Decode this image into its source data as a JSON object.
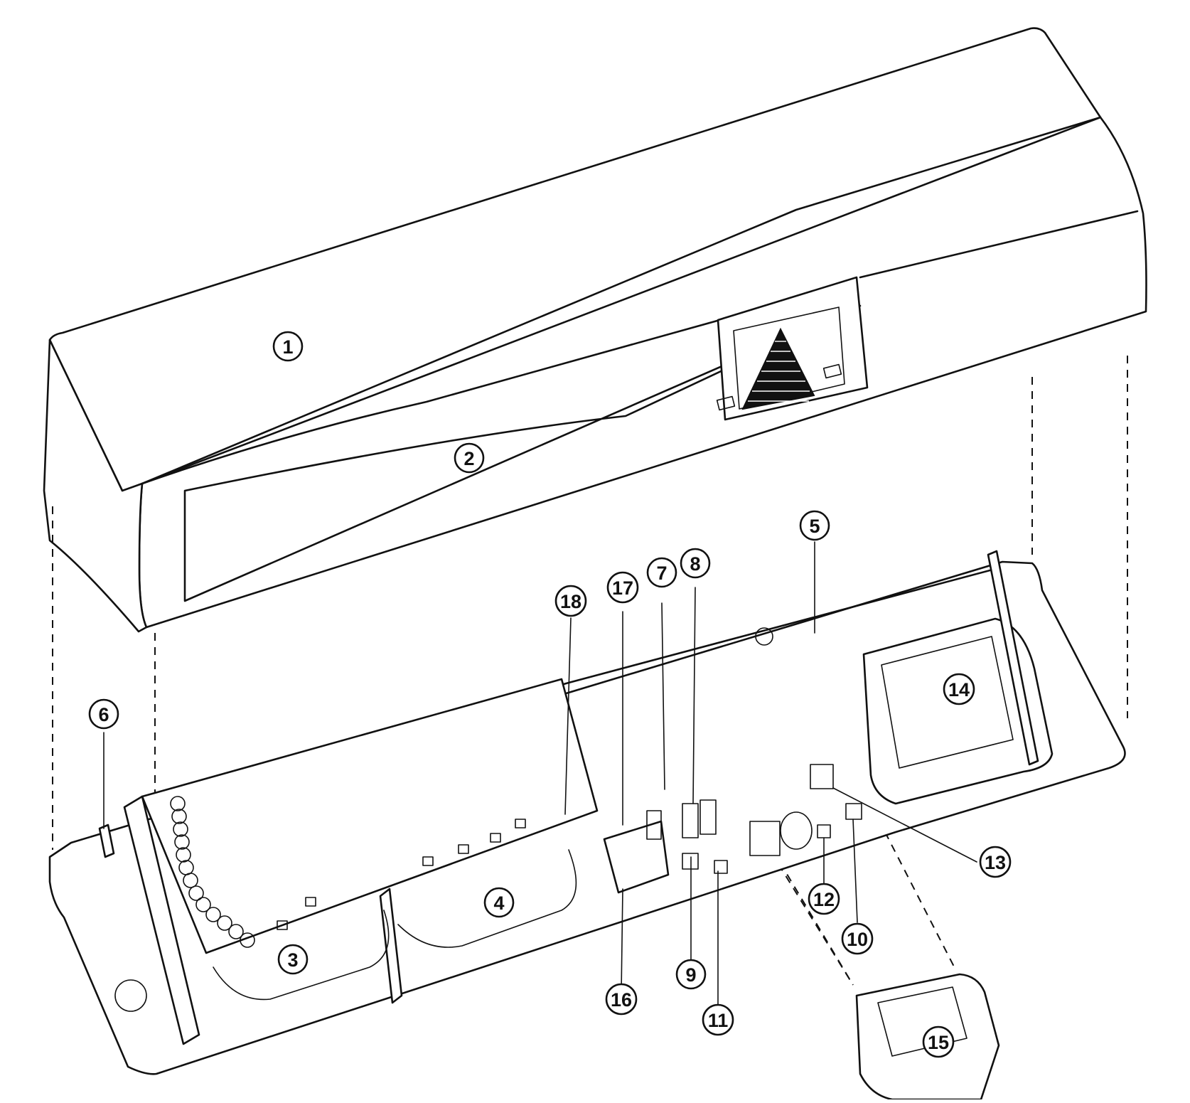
{
  "callouts": [
    {
      "id": "1",
      "label": "1"
    },
    {
      "id": "2",
      "label": "2"
    },
    {
      "id": "3",
      "label": "3"
    },
    {
      "id": "4",
      "label": "4"
    },
    {
      "id": "5",
      "label": "5"
    },
    {
      "id": "6",
      "label": "6"
    },
    {
      "id": "7",
      "label": "7"
    },
    {
      "id": "8",
      "label": "8"
    },
    {
      "id": "9",
      "label": "9"
    },
    {
      "id": "10",
      "label": "10"
    },
    {
      "id": "11",
      "label": "11"
    },
    {
      "id": "12",
      "label": "12"
    },
    {
      "id": "13",
      "label": "13"
    },
    {
      "id": "14",
      "label": "14"
    },
    {
      "id": "15",
      "label": "15"
    },
    {
      "id": "16",
      "label": "16"
    },
    {
      "id": "17",
      "label": "17"
    },
    {
      "id": "18",
      "label": "18"
    }
  ],
  "colors": {
    "line": "#111111",
    "background": "#ffffff"
  }
}
